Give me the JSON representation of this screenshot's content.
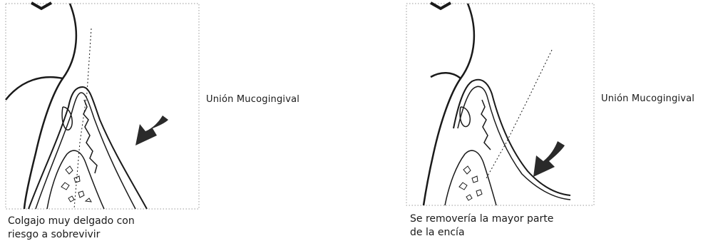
{
  "panels": [
    {
      "label": "Unión Mucogingival",
      "caption": [
        "Colgajo muy delgado con",
        "riesgo a sobrevivir"
      ]
    },
    {
      "label": "Unión Mucogingival",
      "caption": [
        "Se removería la mayor parte",
        "de la encía"
      ]
    }
  ],
  "colors": {
    "ink": "#1a1a1a",
    "frame": "#9a9a9a",
    "arrow": "#2a2a2a"
  }
}
